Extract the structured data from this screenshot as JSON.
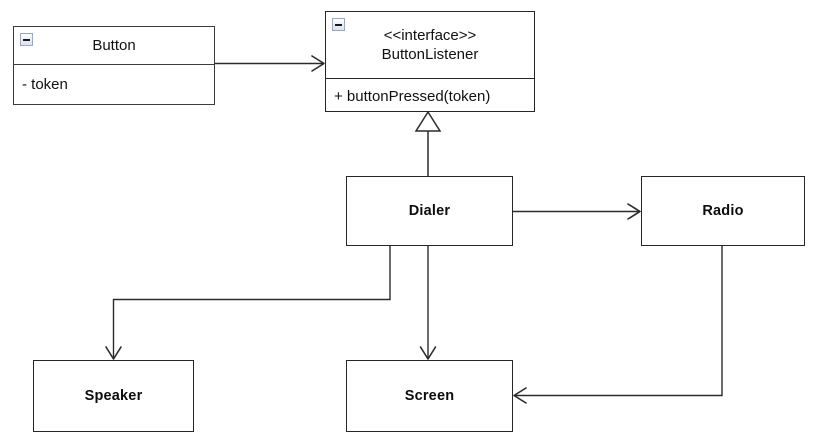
{
  "diagram": {
    "type": "uml-class-diagram",
    "background_color": "#ffffff",
    "line_color": "#2b2b2b",
    "text_color": "#111111"
  },
  "classes": {
    "button": {
      "name": "Button",
      "icon": "collapse-minus-icon",
      "attributes": [
        "- token"
      ],
      "attribute_0": "- token"
    },
    "button_listener": {
      "stereotype": "<<interface>>",
      "name": "ButtonListener",
      "icon": "collapse-minus-icon",
      "operations": [
        "+ buttonPressed(token)"
      ],
      "operation_0": "+ buttonPressed(token)"
    },
    "dialer": {
      "name": "Dialer"
    },
    "radio": {
      "name": "Radio"
    },
    "speaker": {
      "name": "Speaker"
    },
    "screen": {
      "name": "Screen"
    }
  },
  "relationships": [
    {
      "from": "Button",
      "to": "ButtonListener",
      "kind": "association",
      "arrow": "open-arrow"
    },
    {
      "from": "Dialer",
      "to": "ButtonListener",
      "kind": "realization",
      "arrow": "hollow-triangle"
    },
    {
      "from": "Dialer",
      "to": "Radio",
      "kind": "association",
      "arrow": "open-arrow"
    },
    {
      "from": "Dialer",
      "to": "Speaker",
      "kind": "association",
      "arrow": "open-arrow"
    },
    {
      "from": "Dialer",
      "to": "Screen",
      "kind": "association",
      "arrow": "open-arrow"
    },
    {
      "from": "Radio",
      "to": "Screen",
      "kind": "association",
      "arrow": "open-arrow"
    }
  ]
}
